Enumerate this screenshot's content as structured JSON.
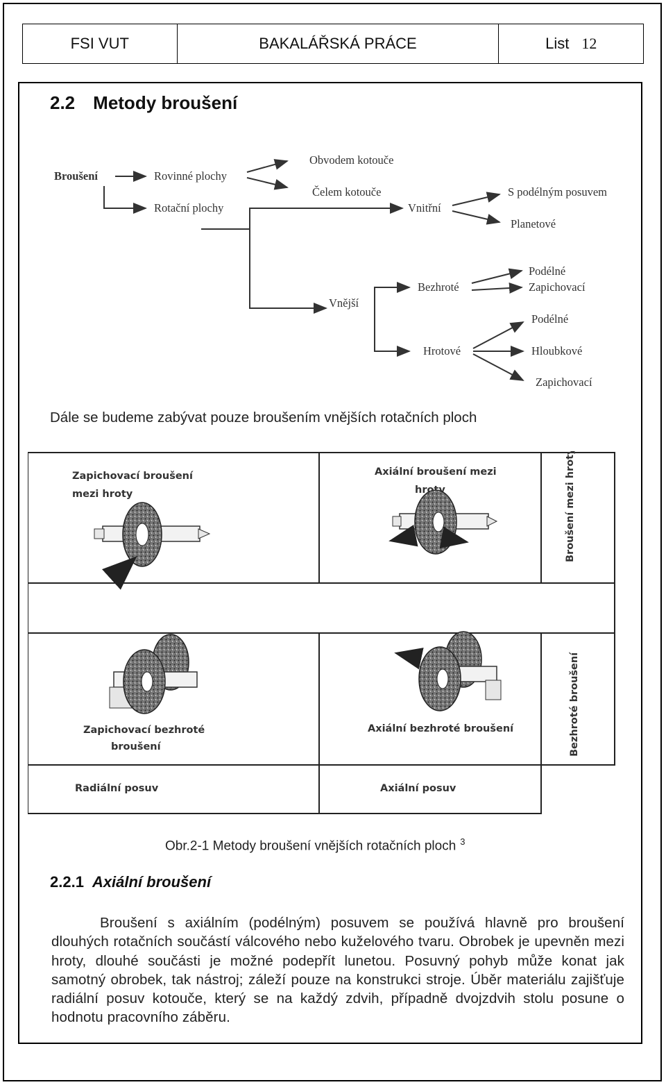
{
  "header": {
    "left": "FSI VUT",
    "center": "BAKALÁŘSKÁ PRÁCE",
    "right_label": "List",
    "page_number": "12"
  },
  "section": {
    "number": "2.2",
    "title": "Metody broušení"
  },
  "tree": {
    "root": "Broušení",
    "rovinne": "Rovinné plochy",
    "rotacni": "Rotační plochy",
    "obvodem": "Obvodem kotouče",
    "celem": "Čelem kotouče",
    "vnitrni": "Vnitřní",
    "s_podelnym": "S podélným posuvem",
    "planetove": "Planetové",
    "vnejsi": "Vnější",
    "bezhrote": "Bezhroté",
    "hrotove": "Hrotové",
    "bez_podelne": "Podélné",
    "bez_zapichovaci": "Zapichovací",
    "hrot_podelne": "Podélné",
    "hrot_hloubkove": "Hloubkové",
    "hrot_zapichovaci": "Zapichovací"
  },
  "intro_text": "Dále se budeme zabývat pouze broušením vnějších rotačních ploch",
  "diagram": {
    "cell1_line1": "Zapichovací broušení",
    "cell1_line2": "mezi hroty",
    "cell2_line1": "Axiální broušení mezi",
    "cell2_line2": "hroty",
    "side1": "Broušení mezi hroty",
    "cell3_line1": "Zapichovací bezhroté",
    "cell3_line2": "broušení",
    "cell4_line1": "Axiální bezhroté broušení",
    "side2": "Bezhroté broušení",
    "footer_left": "Radiální posuv",
    "footer_right": "Axiální posuv"
  },
  "caption": {
    "text": "Obr.2-1 Metody broušení vnějších rotačních ploch",
    "ref": "3"
  },
  "subsection": {
    "number": "2.2.1",
    "title": "Axiální broušení"
  },
  "paragraph": "Broušení s axiálním (podélným) posuvem se používá hlavně pro broušení dlouhých rotačních součástí válcového nebo kuželového tvaru. Obrobek je upevněn mezi hroty, dlouhé součásti je možné podepřít lunetou. Posuvný pohyb může konat jak samotný obrobek, tak nástroj; záleží pouze na konstrukci stroje. Úběr materiálu zajišťuje radiální posuv kotouče, který se na každý zdvih, případně dvojzdvih stolu posune o hodnotu pracovního záběru."
}
